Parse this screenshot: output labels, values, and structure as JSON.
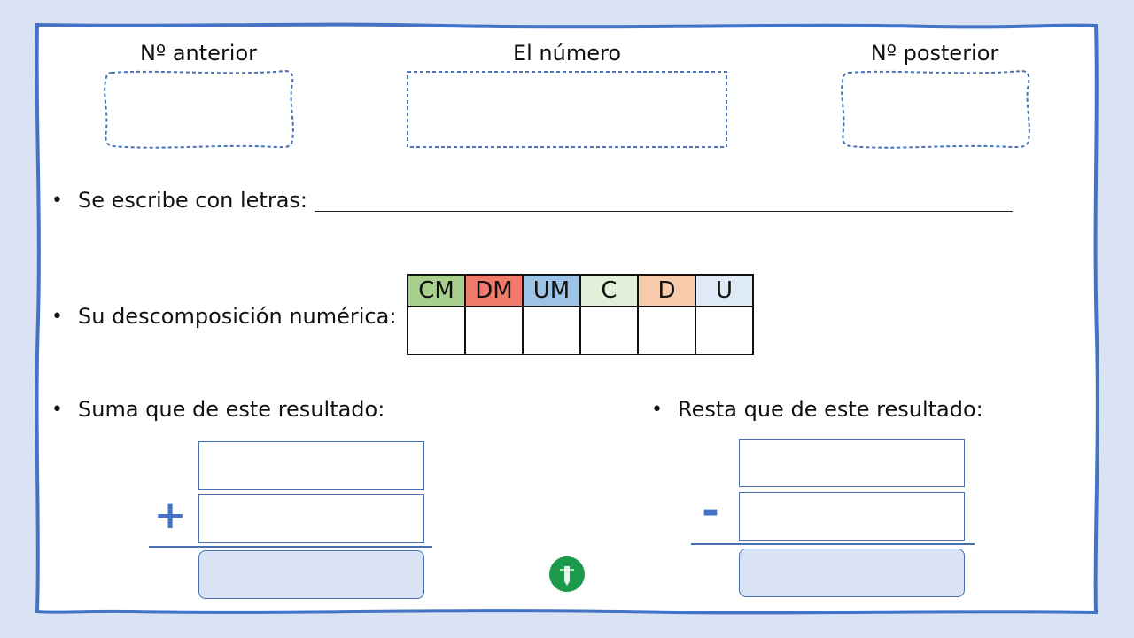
{
  "header": {
    "previous_label": "Nº anterior",
    "number_label": "El número",
    "next_label": "Nº posterior"
  },
  "bullets": {
    "letters": "Se escribe con letras:",
    "decomposition": "Su descomposición numérica:",
    "sum": "Suma que de este resultado:",
    "subtract": "Resta que de este resultado:"
  },
  "bullet_glyph": "•",
  "place_value": {
    "columns": [
      {
        "label": "CM",
        "color": "#a9d18e"
      },
      {
        "label": "DM",
        "color": "#f07b6a"
      },
      {
        "label": "UM",
        "color": "#9dc3e6"
      },
      {
        "label": "C",
        "color": "#e2f0d9"
      },
      {
        "label": "D",
        "color": "#f8cbad"
      },
      {
        "label": "U",
        "color": "#deebf7"
      }
    ]
  },
  "operations": {
    "plus_sign": "+",
    "minus_sign": "-"
  },
  "colors": {
    "frame": "#4472c4",
    "background": "#d9e3f3",
    "dashed_box": "#4a72b8",
    "logo": "#1a9a4a"
  },
  "icons": {
    "logo": "green-circle-logo-icon"
  }
}
